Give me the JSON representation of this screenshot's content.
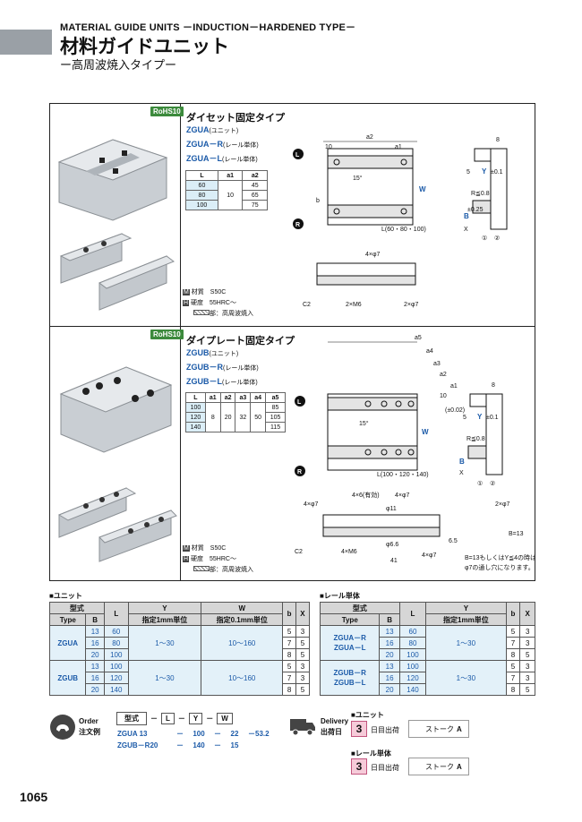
{
  "header": {
    "title_en": "MATERIAL GUIDE UNITS －INDUCTION－HARDENED TYPE－",
    "title_jp": "材料ガイドユニット",
    "subtitle_jp": "ー高周波焼入タイプー"
  },
  "section1": {
    "rohs": "RoHS10",
    "title": "ダイセット固定タイプ",
    "codes": [
      {
        "code": "ZGUA",
        "desc": "(ユニット)"
      },
      {
        "code": "ZGUA－R",
        "desc": "(レール単体)"
      },
      {
        "code": "ZGUA－L",
        "desc": "(レール単体)"
      }
    ],
    "table": {
      "headers": [
        "L",
        "a1",
        "a2"
      ],
      "rows": [
        [
          "60",
          "",
          "45"
        ],
        [
          "80",
          "10",
          "65"
        ],
        [
          "100",
          "",
          "75"
        ]
      ]
    },
    "material_label": "材質",
    "material_value": "S50C",
    "hardness_label": "硬度",
    "hardness_value": "55HRC～",
    "hardened_note": "部：高周波焼入",
    "icon_m": "M",
    "icon_h": "H",
    "diagram": {
      "a2": "a2",
      "dim10": "10",
      "a1": "a1",
      "angle": "15°",
      "w": "W",
      "l_label": "L(60・80・100)",
      "b": "b",
      "holes": "4×φ7",
      "c2": "C2",
      "m6": "2×M6",
      "phi7": "2×φ7",
      "dim8": "8",
      "dim5": "5",
      "y": "Y",
      "tol": "±0.1",
      "r": "R≦0.8",
      "b_side": "B",
      "x_side": "X",
      "x_tol": "±0.25",
      "c1": "①",
      "c2n": "②",
      "mark_l": "L",
      "mark_r": "R"
    }
  },
  "section2": {
    "rohs": "RoHS10",
    "title": "ダイプレート固定タイプ",
    "codes": [
      {
        "code": "ZGUB",
        "desc": "(ユニット)"
      },
      {
        "code": "ZGUB－R",
        "desc": "(レール単体)"
      },
      {
        "code": "ZGUB－L",
        "desc": "(レール単体)"
      }
    ],
    "table": {
      "headers": [
        "L",
        "a1",
        "a2",
        "a3",
        "a4",
        "a5"
      ],
      "rows": [
        [
          "100",
          "",
          "",
          "",
          "",
          "85"
        ],
        [
          "120",
          "8",
          "20",
          "32",
          "50",
          "105"
        ],
        [
          "140",
          "",
          "",
          "",
          "",
          "115"
        ]
      ]
    },
    "material_label": "材質",
    "material_value": "S50C",
    "hardness_label": "硬度",
    "hardness_value": "55HRC～",
    "hardened_note": "部：高周波焼入",
    "icon_m": "M",
    "icon_h": "H",
    "diagram": {
      "a5": "a5",
      "a4": "a4",
      "a3": "a3",
      "a2": "a2",
      "a1": "a1",
      "dim10": "10",
      "tol": "(±0.02)",
      "angle": "15°",
      "w": "W",
      "l_label": "L(100・120・140)",
      "holes_a": "4×φ7",
      "holes_b": "4×6(有効)",
      "phi11": "φ11",
      "holes_c": "4×φ7",
      "phi7": "2×φ7",
      "b13": "B=13",
      "c2": "C2",
      "m6": "4×M6",
      "phi66": "φ6.6",
      "dim41": "41",
      "dim65": "6.5",
      "phi7d": "4×φ7",
      "note_line1": "B=13もしくはY≦4の時は、",
      "note_line2": "φ7の通し穴になります。",
      "dim8": "8",
      "dim5": "5",
      "y": "Y",
      "ytol": "±0.1",
      "r": "R≦0.8",
      "b_side": "B",
      "x_side": "X",
      "c1": "①",
      "c2n": "②",
      "mark_l": "L",
      "mark_r": "R"
    }
  },
  "unit_table": {
    "section": "■ユニット",
    "header1": [
      "型式",
      "L",
      "Y",
      "W",
      "b",
      "X"
    ],
    "header2": [
      "Type",
      "B",
      "指定1mm単位",
      "指定0.1mm単位"
    ],
    "groups": [
      {
        "type": "ZGUA",
        "B": [
          "13",
          "16",
          "20"
        ],
        "L": [
          "60",
          "80",
          "100"
        ],
        "Y": "1～30",
        "W": "10～160",
        "b": [
          "5",
          "7",
          "8"
        ],
        "X": [
          "3",
          "5",
          "5"
        ]
      },
      {
        "type": "ZGUB",
        "B": [
          "13",
          "16",
          "20"
        ],
        "L": [
          "100",
          "120",
          "140"
        ],
        "Y": "1～30",
        "W": "10～160",
        "b": [
          "5",
          "7",
          "8"
        ],
        "X": [
          "3",
          "3",
          "5"
        ]
      }
    ]
  },
  "rail_table": {
    "section": "■レール単体",
    "header1": [
      "型式",
      "L",
      "Y",
      "b",
      "X"
    ],
    "header2": [
      "Type",
      "B",
      "指定1mm単位"
    ],
    "groups": [
      {
        "type1": "ZGUA－R",
        "type2": "ZGUA－L",
        "B": [
          "13",
          "16",
          "20"
        ],
        "L": [
          "60",
          "80",
          "100"
        ],
        "Y": "1～30",
        "b": [
          "5",
          "7",
          "8"
        ],
        "X": [
          "3",
          "3",
          "5"
        ]
      },
      {
        "type1": "ZGUB－R",
        "type2": "ZGUB－L",
        "B": [
          "13",
          "16",
          "20"
        ],
        "L": [
          "100",
          "120",
          "140"
        ],
        "Y": "1～30",
        "b": [
          "5",
          "7",
          "8"
        ],
        "X": [
          "3",
          "3",
          "5"
        ]
      }
    ]
  },
  "order": {
    "label_en": "Order",
    "label_jp": "注文例",
    "headers": [
      "型式",
      "L",
      "Y",
      "W"
    ],
    "examples": [
      [
        "ZGUA 13",
        "100",
        "22",
        "53.2"
      ],
      [
        "ZGUB－R20",
        "140",
        "15",
        ""
      ]
    ]
  },
  "delivery": {
    "label_en": "Delivery",
    "label_jp": "出荷日",
    "unit_section": "■ユニット",
    "rail_section": "■レール単体",
    "days": "3",
    "days_label": "日目出荷",
    "stock_label": "ストーク",
    "stock_grade": "A"
  },
  "page_number": "1065"
}
